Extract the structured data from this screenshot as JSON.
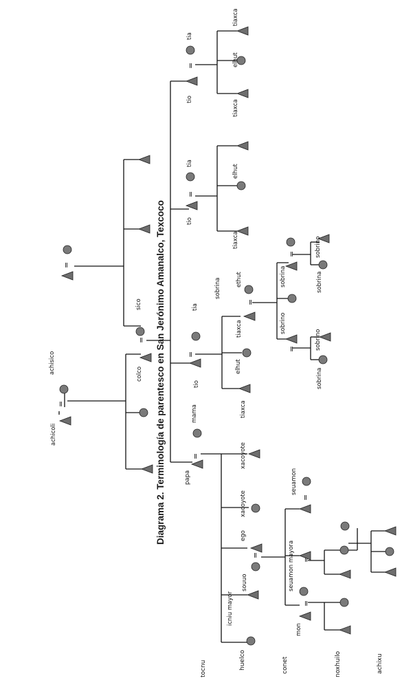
{
  "title": "Diagrama 2. Terminología de parentesco en San Jerónimo Amanalco, Texcoco",
  "generations": [
    "tocnu",
    "huelco",
    "conet",
    "noxhuilo",
    "achixu"
  ],
  "labels": {
    "achicoli": "achicoli",
    "achisico": "achisico",
    "colco": "colco",
    "sico": "sico",
    "mama": "mama",
    "papa": "papa",
    "tio": "tio",
    "tia": "tia",
    "xacoyote": "xacoyote",
    "ego": "ego",
    "souuo": "souuo",
    "icniu_mayor": "icniu mayor",
    "seuamon": "seuamon",
    "seuamon_mayora": "seuamon mayora",
    "mon": "mon",
    "tiaxca": "tiaxca",
    "elhut": "elhut",
    "sobrina": "sobrina",
    "sobrino": "sobrino",
    "ethut": "ethut"
  }
}
